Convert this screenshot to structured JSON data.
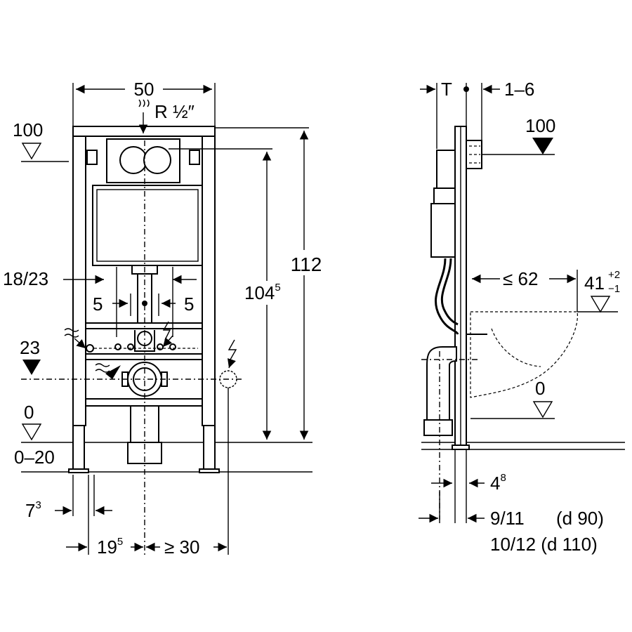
{
  "front_view": {
    "width_dim": "50",
    "connection_label": "R ½″",
    "height_total": "112",
    "height_flush": "104",
    "height_flush_sup": "5",
    "level_top": "100",
    "level_mid": "23",
    "level_floor": "0",
    "floor_range": "0–20",
    "water_spacing": "18/23",
    "offset_left": "5",
    "offset_right": "5",
    "foot_offset": "7",
    "foot_offset_sup": "3",
    "axis_offset": "19",
    "axis_offset_sup": "5",
    "socket_offset": "≥ 30"
  },
  "side_view": {
    "depth_T": "T",
    "plate_range": "1–6",
    "level_top": "100",
    "bowl_projection": "≤ 62",
    "bowl_height": "41",
    "bowl_tol_plus": "+2",
    "bowl_tol_minus": "−1",
    "level_floor": "0",
    "pipe_offset": "4",
    "pipe_offset_sup": "8",
    "drain_a": "9/11",
    "drain_a_note": "(d 90)",
    "drain_b": "10/12 (d 110)"
  },
  "symbols": {
    "level_marker": "triangle-level-icon",
    "water": "water-wave-icon",
    "electric": "lightning-icon"
  }
}
